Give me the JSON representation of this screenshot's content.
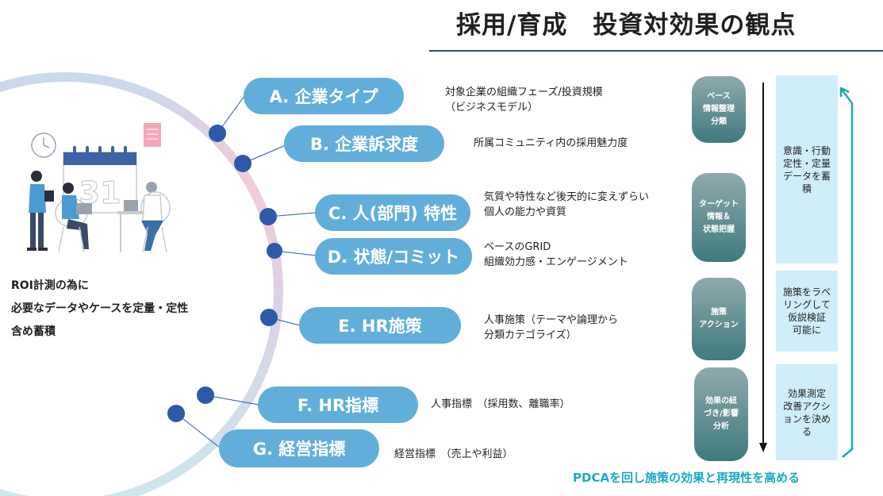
{
  "title": "採用/育成　投資対効果の観点",
  "roi_text": "ROI計測の為に\n必要なデータやケースを定量・定性\n含め蓄積",
  "calendar_number": "31",
  "items": [
    {
      "label": "A. 企業タイプ",
      "desc": "対象企業の組織フェーズ/投資規模\n（ビジネスモデル）"
    },
    {
      "label": "B. 企業訴求度",
      "desc": "所属コミュニティ内の採用魅力度"
    },
    {
      "label": "C. 人(部門) 特性",
      "desc": "気質や特性など後天的に変えずらい\n個人の能力や資質"
    },
    {
      "label": "D. 状態/コミット",
      "desc": "ベースのGRID\n組織効力感・エンゲージメント"
    },
    {
      "label": "E. HR施策",
      "desc": "人事施策（テーマや論理から\n分類カテゴライズ）"
    },
    {
      "label": "F. HR指標",
      "desc": "人事指標　（採用数、離職率）"
    },
    {
      "label": "G. 経営指標",
      "desc": "経営指標　（売上や利益）"
    }
  ],
  "steps": [
    "ベース\n情報整理\n分類",
    "ターゲット\n情報＆\n状態把握",
    "施策\nアクション",
    "効果の紐\nづき/影響\n分析"
  ],
  "boxes": [
    "意識・行動\n定性・定量\nデータを蓄\n積",
    "施策をラベ\nリングして\n仮説検証\n可能に",
    "効果測定\n改善アクシ\nョンを決め\nる"
  ],
  "footer": "PDCAを回し施策の効果と再現性を高める",
  "colors": {
    "pill": "#62aedb",
    "dot": "#2d59a8",
    "accent": "#1aa8c4",
    "box": "#cfeefa"
  }
}
